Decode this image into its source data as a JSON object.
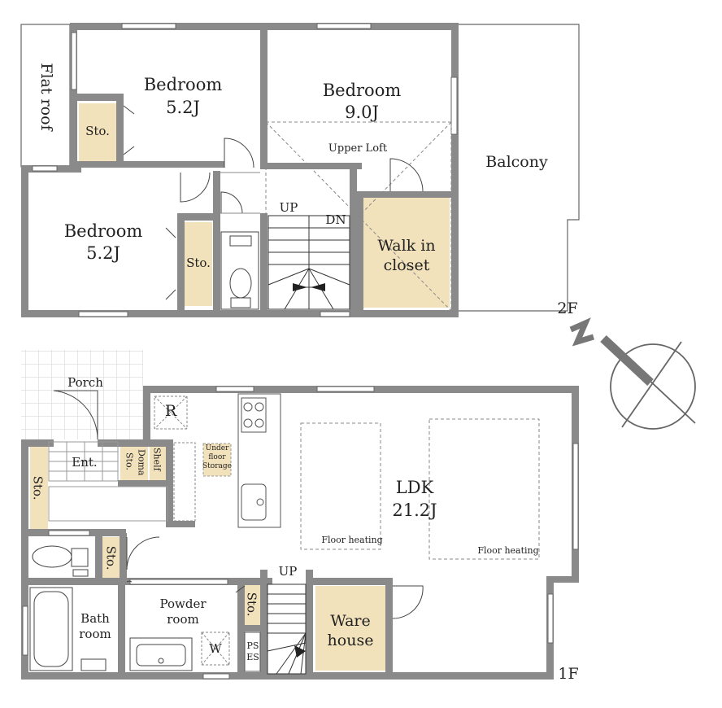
{
  "floor2": {
    "label": "2F",
    "flat_roof": "Flat roof",
    "bedroom_nw": {
      "name": "Bedroom",
      "size": "5.2J"
    },
    "bedroom_n": {
      "name": "Bedroom",
      "size": "9.0J"
    },
    "bedroom_w": {
      "name": "Bedroom",
      "size": "5.2J"
    },
    "storage_1": "Sto.",
    "storage_2": "Sto.",
    "upper_loft": "Upper Loft",
    "balcony": "Balcony",
    "walk_in_closet": {
      "line1": "Walk in",
      "line2": "closet"
    },
    "stair_up": "UP",
    "stair_down": "DN"
  },
  "floor1": {
    "label": "1F",
    "porch": "Porch",
    "entrance": "Ent.",
    "shelf": "Shelf",
    "doma_storage": {
      "line1": "Doma",
      "line2": "Sto."
    },
    "refrigerator": "R",
    "underfloor_storage": {
      "line1": "Under",
      "line2": "floor",
      "line3": "Storage"
    },
    "storage_entry": "Sto.",
    "storage_toilet": "Sto.",
    "storage_powder": "Sto.",
    "ldk": {
      "name": "LDK",
      "size": "21.2J"
    },
    "floor_heating_1": "Floor heating",
    "floor_heating_2": "Floor heating",
    "bathroom": {
      "line1": "Bath",
      "line2": "room"
    },
    "powder_room": {
      "line1": "Powder",
      "line2": "room"
    },
    "washer": "W",
    "ps_es": {
      "line1": "PS",
      "line2": "ES"
    },
    "stair_up": "UP",
    "warehouse": {
      "line1": "Ware",
      "line2": "house"
    }
  },
  "colors": {
    "wall": "#8a8a8a",
    "storage_fill": "#f2e2bc",
    "line": "#333333",
    "dashed": "#888888"
  },
  "icons": [
    "compass-north-icon",
    "toilet-icon",
    "bathtub-icon",
    "sink-icon",
    "stove-icon"
  ]
}
